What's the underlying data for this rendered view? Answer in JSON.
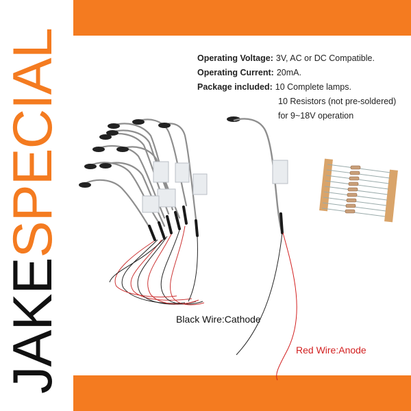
{
  "brand": {
    "part1": "JAKE",
    "part2": "SPECIAL"
  },
  "specs": {
    "voltage_label": "Operating Voltage:",
    "voltage_value": "3V, AC or DC Compatible.",
    "current_label": "Operating Current:",
    "current_value": "20mA.",
    "package_label": "Package included:",
    "package_value_1": "10 Complete lamps.",
    "package_value_2": "10 Resistors (not pre-soldered)",
    "package_value_3": "for 9~18V operation"
  },
  "captions": {
    "black_wire": "Black Wire:Cathode",
    "red_wire": "Red Wire:Anode"
  },
  "colors": {
    "accent": "#f47b20",
    "red_wire": "#d21f1f",
    "lamp_metal": "#9a9a9a"
  }
}
